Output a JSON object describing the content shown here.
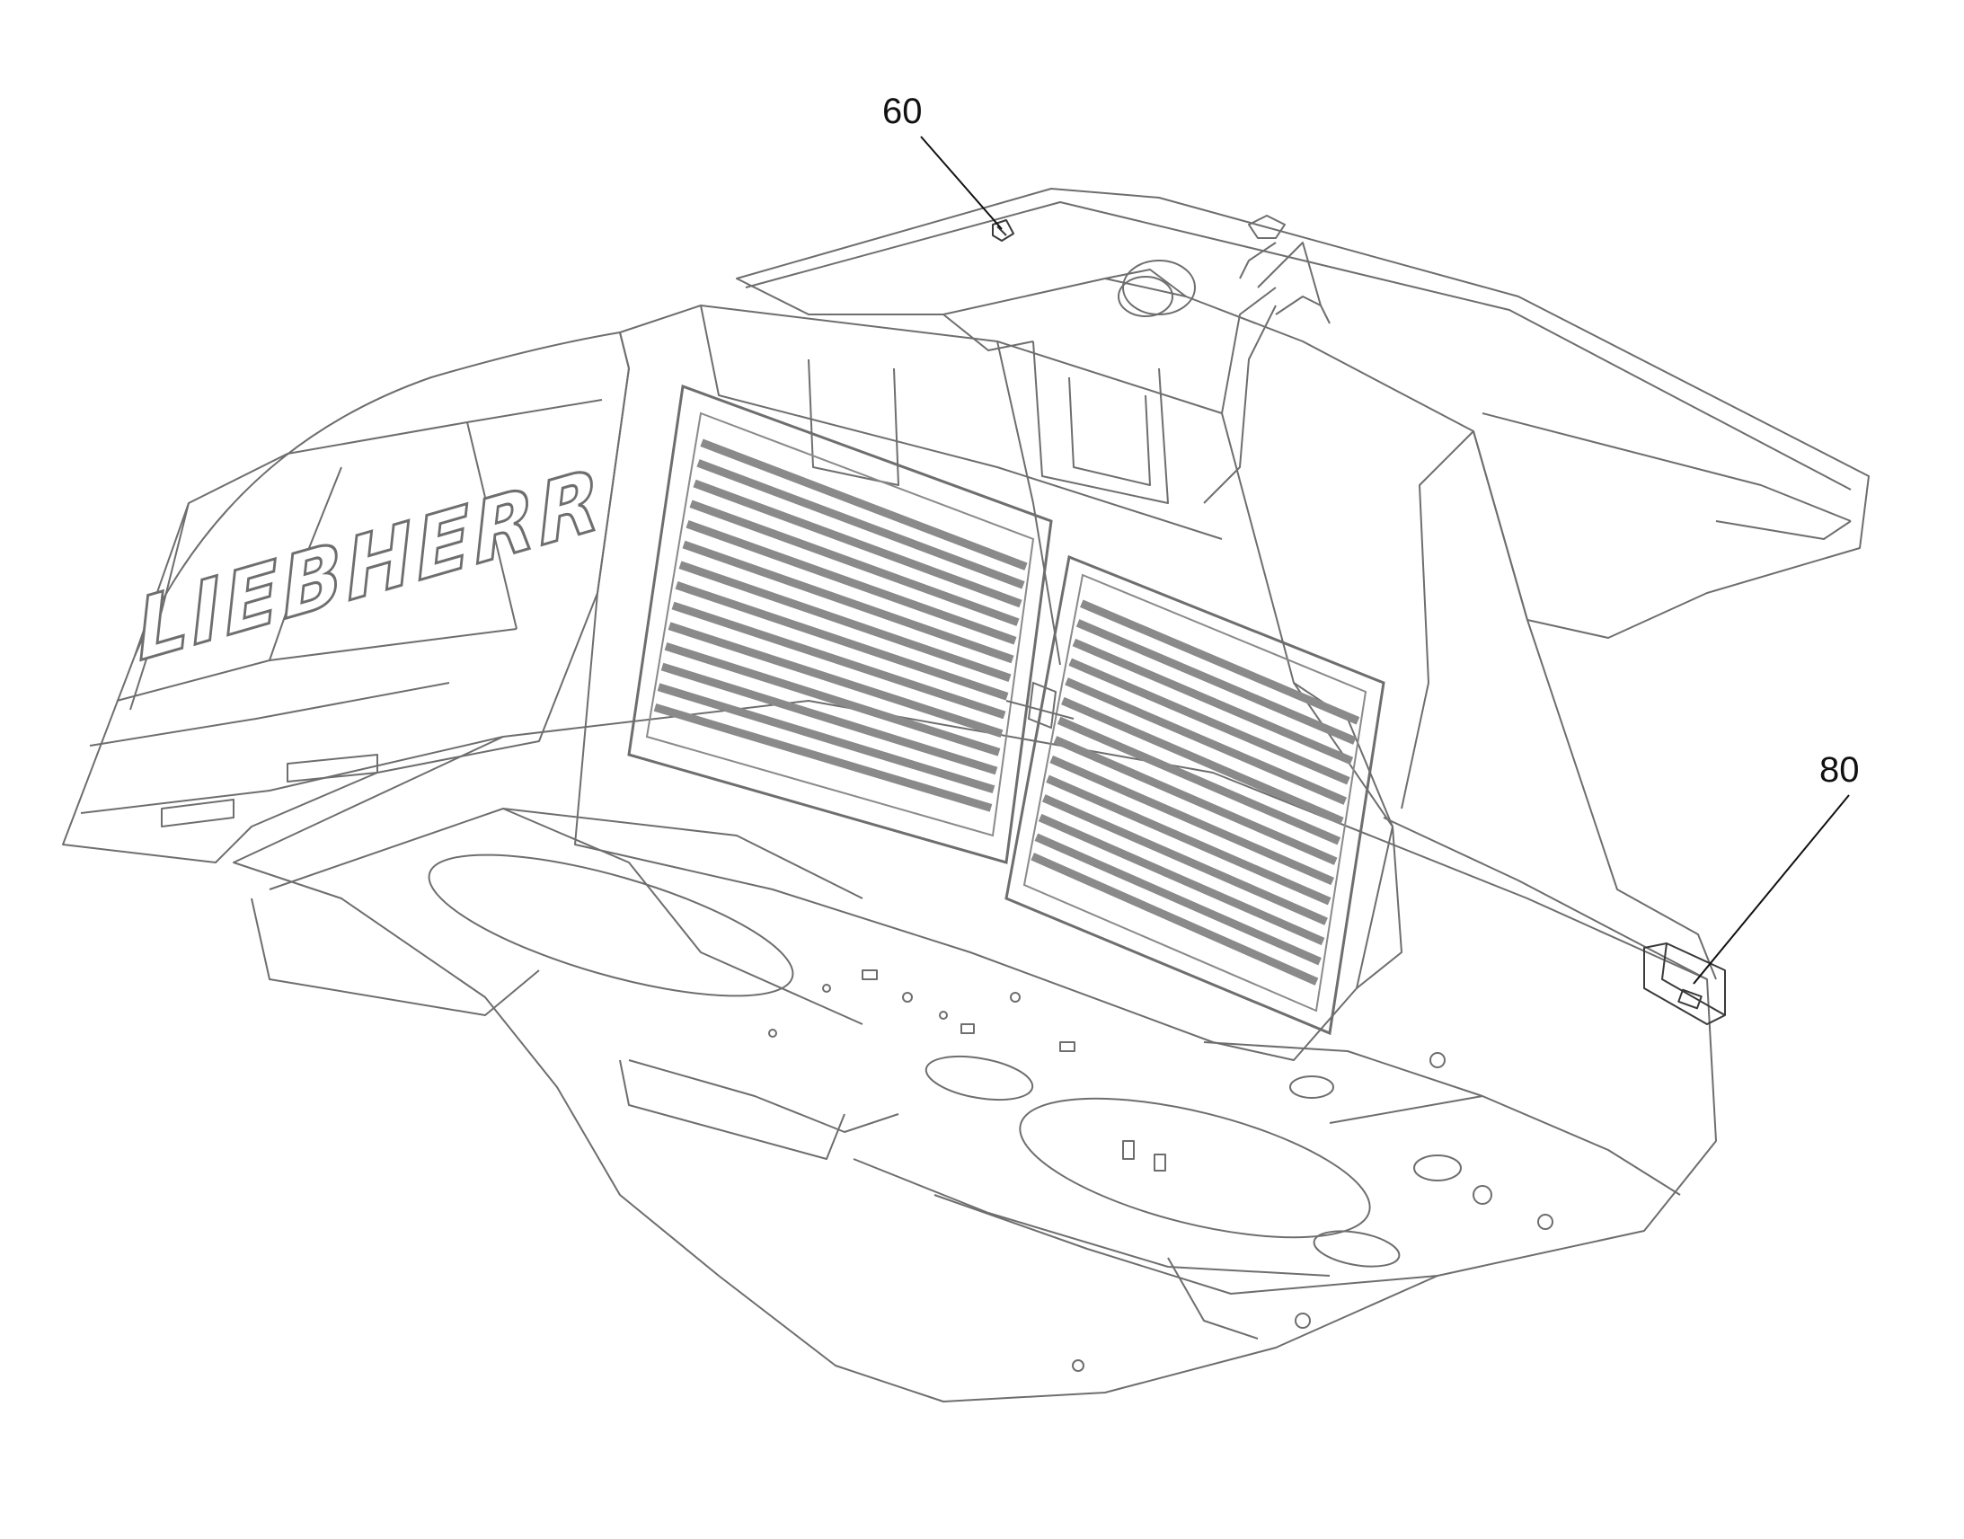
{
  "callouts": [
    {
      "id": "60",
      "label": "60"
    },
    {
      "id": "80",
      "label": "80"
    }
  ],
  "logo": {
    "text": "LIEBHERR"
  },
  "colors": {
    "line": "#6e6e6e",
    "dark_line": "#3a3a3a",
    "grille": "#8a8a8a",
    "label": "#111111"
  }
}
